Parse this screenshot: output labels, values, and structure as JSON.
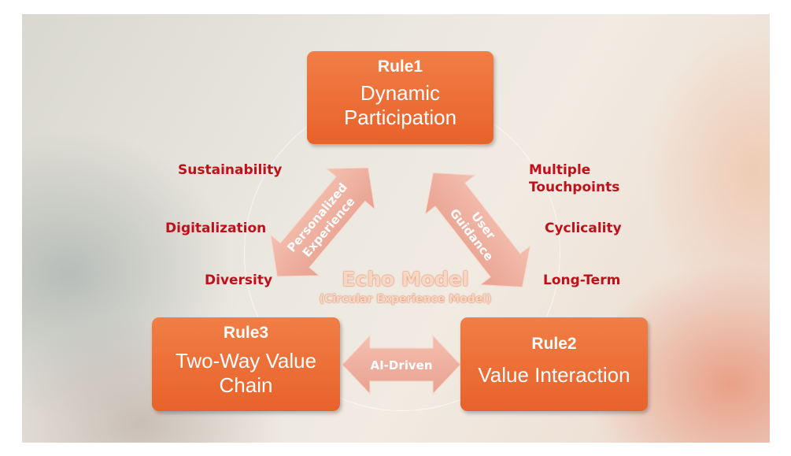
{
  "rules": [
    {
      "rule": "Rule1",
      "name": "Dynamic Participation",
      "name_lines": [
        "Dynamic",
        "Participation"
      ]
    },
    {
      "rule": "Rule2",
      "name": "Value Interaction"
    },
    {
      "rule": "Rule3",
      "name": "Two-Way Value Chain",
      "name_lines": [
        "Two-Way Value",
        "Chain"
      ]
    }
  ],
  "center": {
    "title": "Echo Model",
    "subtitle": "(Circular Experience Model)"
  },
  "arrows": {
    "left": [
      "Personalized",
      "Experience"
    ],
    "right": [
      "User",
      "Guidance"
    ],
    "bottom": "AI-Driven"
  },
  "left_keywords": [
    "Sustainability",
    "Digitalization",
    "Diversity"
  ],
  "right_keywords": [
    "Multiple Touchpoints",
    "Cyclicality",
    "Long-Term"
  ],
  "right_keywords_lines": [
    "Multiple",
    "Touchpoints"
  ],
  "colors": {
    "box": "#e8692f",
    "keyword": "#c0101a",
    "arrow": "#efb0a0"
  }
}
